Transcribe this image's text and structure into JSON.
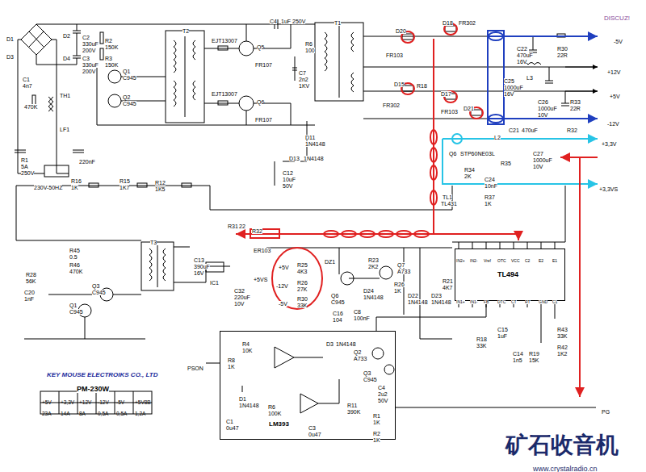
{
  "diagram": {
    "nodes": [
      {
        "text": [
          "TL494"
        ]
      },
      {
        "text": [
          "LM393"
        ]
      }
    ],
    "edges": [
      {
        "from": 1,
        "to": 0,
        "arrow": "none"
      }
    ],
    "labels": [
      "D1",
      "D2",
      "D3",
      "D4",
      "C2",
      "330uF",
      "200V",
      "C3",
      "330uF",
      "200V",
      "R2",
      "150K",
      "R3",
      "150K",
      "C1",
      "4n7",
      "TH1",
      "470K",
      "LF1",
      "R1",
      "5A",
      "250V",
      "220nF",
      "230V-50HZ",
      "T2",
      "Q1",
      "C945",
      "Q2",
      "C945",
      "EJT13007",
      "EJT13007",
      "Q5",
      "Q6",
      "FR107",
      "FR107",
      "C4",
      "1uF 250V",
      "R6",
      "100",
      "C7",
      "2n2",
      "1KV",
      "T1",
      "D11",
      "1N4148",
      "R16",
      "1K",
      "R15",
      "1K7",
      "R12",
      "1K5",
      "C12",
      "10uF",
      "50V",
      "D13",
      "1N4148",
      "D20",
      "FR103",
      "D15",
      "FR302",
      "D18",
      "FR302",
      "R18",
      "D17",
      "FR103",
      "D21",
      "C22",
      "470uF",
      "16V",
      "R30",
      "22R",
      "L3",
      "C25",
      "1000uF",
      "16V",
      "C26",
      "1000uF",
      "10V",
      "R33",
      "22R",
      "C21",
      "470uF",
      "R32",
      "-5V",
      "+12V",
      "+5V",
      "-12V",
      "+3,3V",
      "+3,3VS",
      "L2",
      "Q6",
      "STP60NE03L",
      "R35",
      "C27",
      "1000uF",
      "10V",
      "R34",
      "2K",
      "C24",
      "10nF",
      "TL1",
      "TL431",
      "R37",
      "1K",
      "R31",
      "22",
      "R32",
      "ER103",
      "R45",
      "0.5",
      "R46",
      "470K",
      "T3",
      "C13",
      "390uF",
      "16V",
      "IC1",
      "C32",
      "220uF",
      "10V",
      "+5VS",
      "R28",
      "56K",
      "C20",
      "1nF",
      "Q3",
      "C945",
      "Q1",
      "C945",
      "+5V",
      "-12V",
      "-5V",
      "R25",
      "4K3",
      "R26",
      "27K",
      "R30",
      "33K",
      "DZ1",
      "Q6",
      "C945",
      "R23",
      "2K2",
      "Q7",
      "A733",
      "D24",
      "1N4148",
      "R26",
      "1K",
      "C16",
      "104",
      "C8",
      "100nF",
      "D22",
      "1N4148",
      "D23",
      "1N4148",
      "R21",
      "4K7",
      "C15",
      "1uF",
      "R18",
      "33K",
      "C14",
      "1n5",
      "R19",
      "15K",
      "R43",
      "33K",
      "R42",
      "1K2",
      "PSON",
      "R8",
      "1K",
      "R4",
      "10K",
      "D3",
      "1N4148",
      "Q2",
      "A733",
      "Q3",
      "C945",
      "C4",
      "2u2",
      "50V",
      "R11",
      "390K",
      "R1",
      "1K",
      "R2",
      "1K",
      "D1",
      "1N4148",
      "C1",
      "0u47",
      "R6",
      "100K",
      "C3",
      "0u47",
      "PG",
      "KEY MOUSE ELECTROIKS CO., LTD",
      "PM-230W",
      "+5V",
      "+3,3V",
      "+12V",
      "-12V",
      "-5V",
      "+5V8B",
      "23A",
      "14A",
      "8A",
      "0,5A",
      "0,5A",
      "1,2A",
      "IN2+",
      "IN2-",
      "Vref",
      "OTC",
      "VCC",
      "C2",
      "E2",
      "E1",
      "IN1+",
      "IN1-",
      "FB",
      "DTC",
      "CT",
      "RT",
      "GND",
      "C1",
      "DISCUZ!",
      "矿石收音机",
      "www.crystalradio.cn"
    ]
  }
}
